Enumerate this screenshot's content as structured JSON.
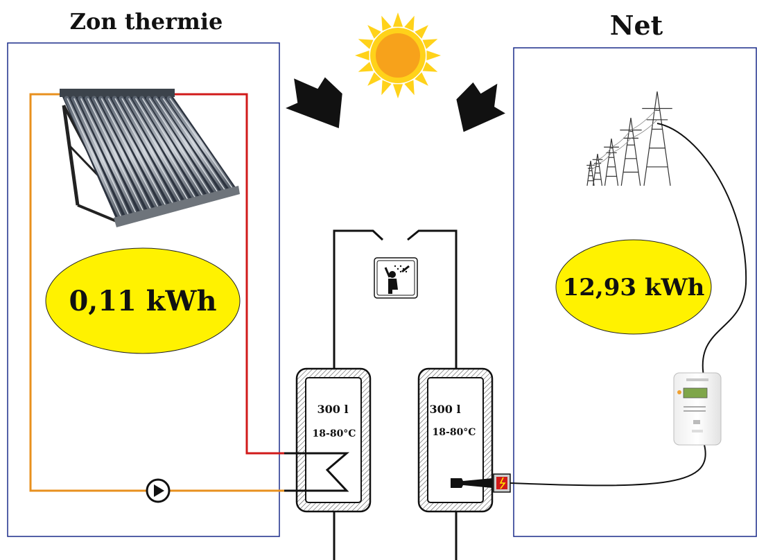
{
  "solar_panel": {
    "title": "Zon thermie",
    "energy": "0,11 kWh"
  },
  "grid": {
    "title": "Net",
    "energy": "12,93 kWh"
  },
  "tanks": [
    {
      "volume": "300 l",
      "temperature": "18-80°C"
    },
    {
      "volume": "300 l",
      "temperature": "18-80°C"
    }
  ],
  "colors": {
    "panel_frame": "#1a2b8a",
    "hot_pipe": "#d11a1a",
    "cold_pipe": "#e8901e",
    "energy_ellipse": "#fff200",
    "sun_core": "#f7a21b",
    "sun_rays": "#ffd21a"
  },
  "icons": [
    "sun-icon",
    "arrow-icon",
    "shower-icon",
    "pump-icon",
    "power-pylon-icon",
    "electricity-meter-icon",
    "heating-element-icon"
  ]
}
